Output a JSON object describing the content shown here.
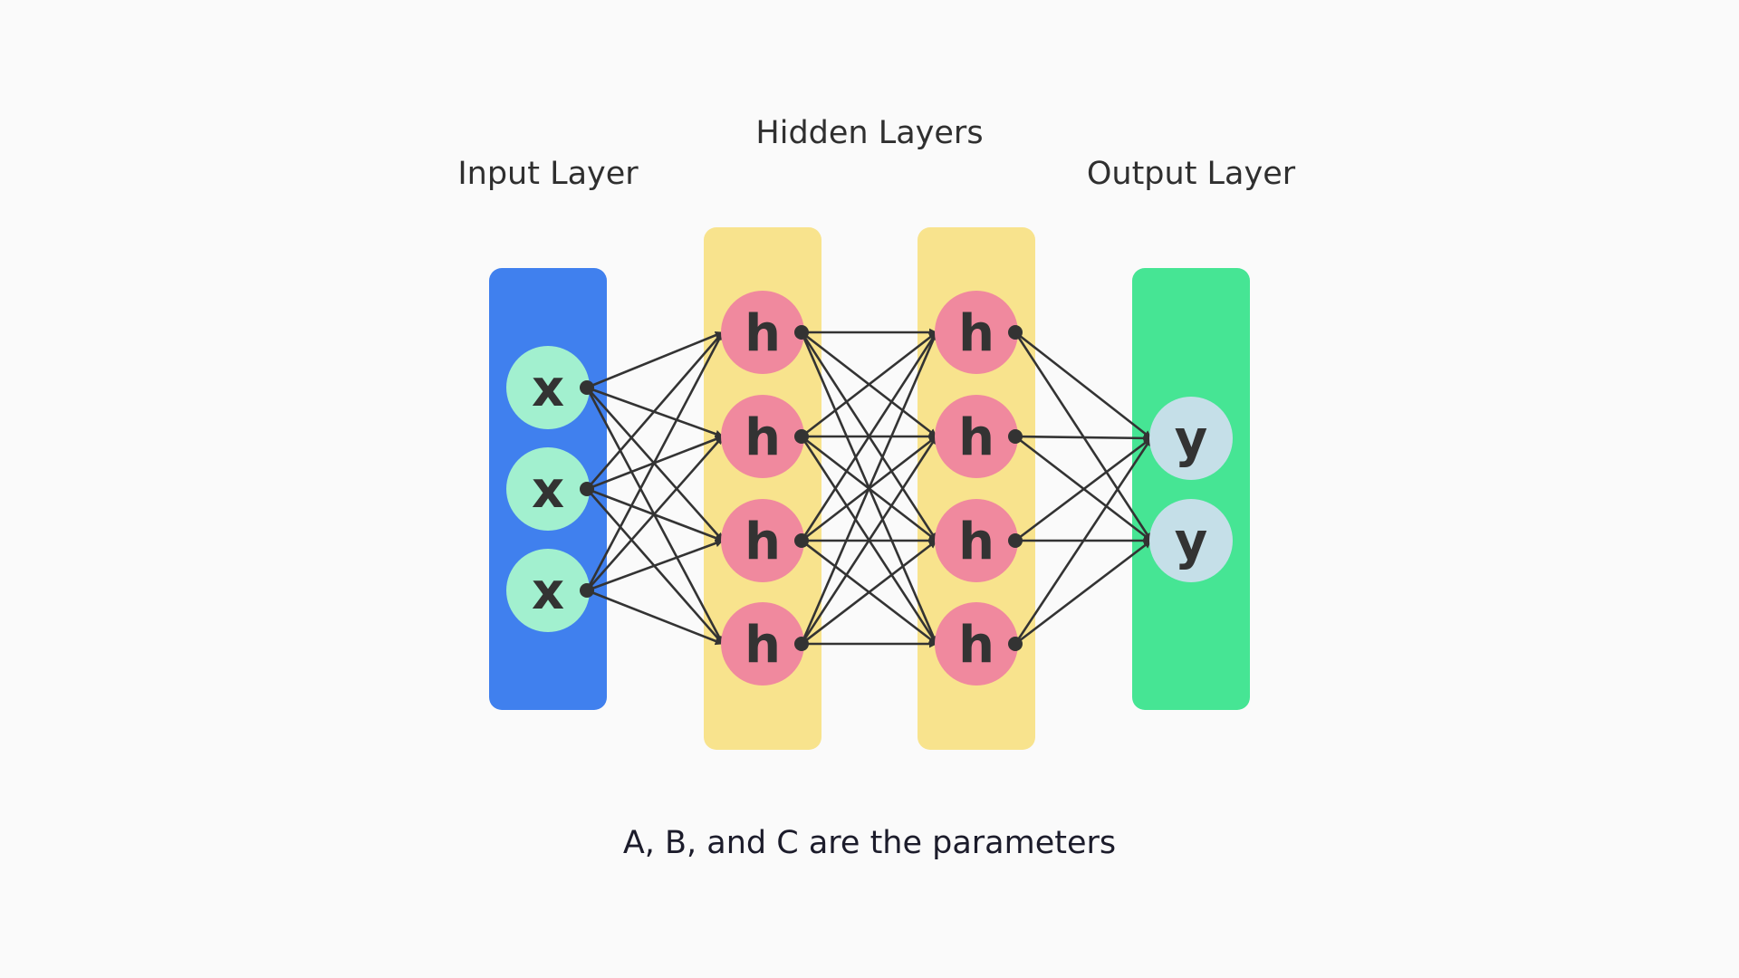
{
  "labels": {
    "input": "Input Layer",
    "hidden": "Hidden Layers",
    "output": "Output Layer"
  },
  "caption": "A, B, and C are the parameters",
  "layers": [
    {
      "id": "input",
      "node_text": "x",
      "count": 3,
      "panel_color": "#4080ee",
      "node_color": "#a2f0cf"
    },
    {
      "id": "hidden-1",
      "node_text": "h",
      "count": 4,
      "panel_color": "#f8e38d",
      "node_color": "#f0899e"
    },
    {
      "id": "hidden-2",
      "node_text": "h",
      "count": 4,
      "panel_color": "#f8e38d",
      "node_color": "#f0899e"
    },
    {
      "id": "output",
      "node_text": "y",
      "count": 2,
      "panel_color": "#46e594",
      "node_color": "#c5dfe8"
    }
  ],
  "colors": {
    "background": "#fafafa",
    "edge": "#333333",
    "text": "#2f2f2f"
  }
}
